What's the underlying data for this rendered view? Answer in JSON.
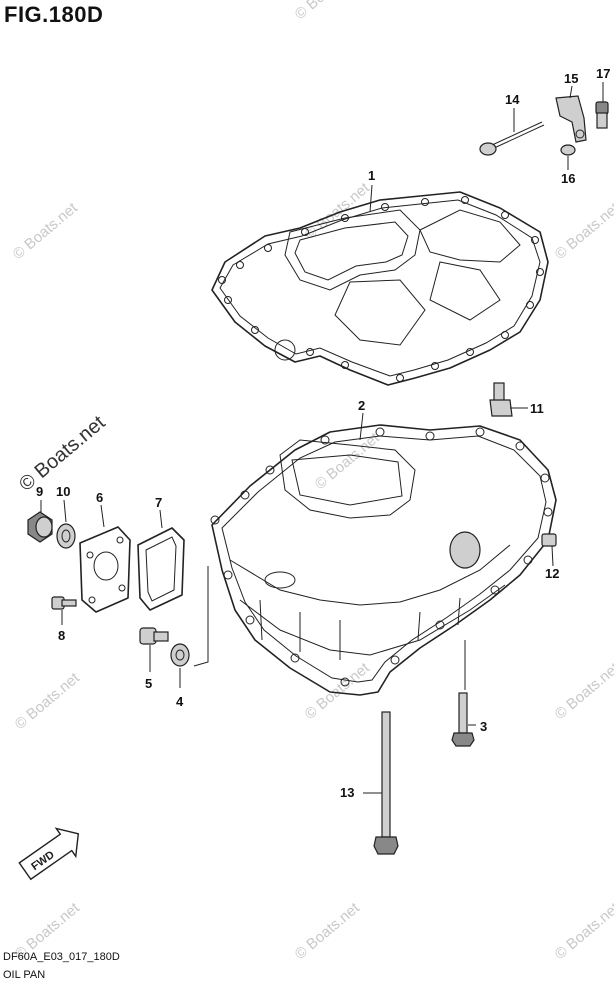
{
  "figure": {
    "title": "FIG.180D"
  },
  "footer": {
    "code": "DF60A_E03_017_180D",
    "name": "OIL PAN"
  },
  "watermark": "© Boats.net",
  "fwd_label": "FWD",
  "callouts": {
    "c1": "1",
    "c2": "2",
    "c3": "3",
    "c4": "4",
    "c5": "5",
    "c6": "6",
    "c7": "7",
    "c8": "8",
    "c9": "9",
    "c10": "10",
    "c11": "11",
    "c12": "12",
    "c13": "13",
    "c14": "14",
    "c15": "15",
    "c16": "16",
    "c17": "17"
  },
  "parts": [
    "gasket",
    "oil-pan",
    "bolt",
    "washer",
    "drain-plug",
    "plate",
    "gasket-plate",
    "bolt",
    "plug",
    "gasket-ring",
    "fitting",
    "plug",
    "bolt",
    "dipstick",
    "dipstick-guide",
    "washer",
    "bolt"
  ]
}
